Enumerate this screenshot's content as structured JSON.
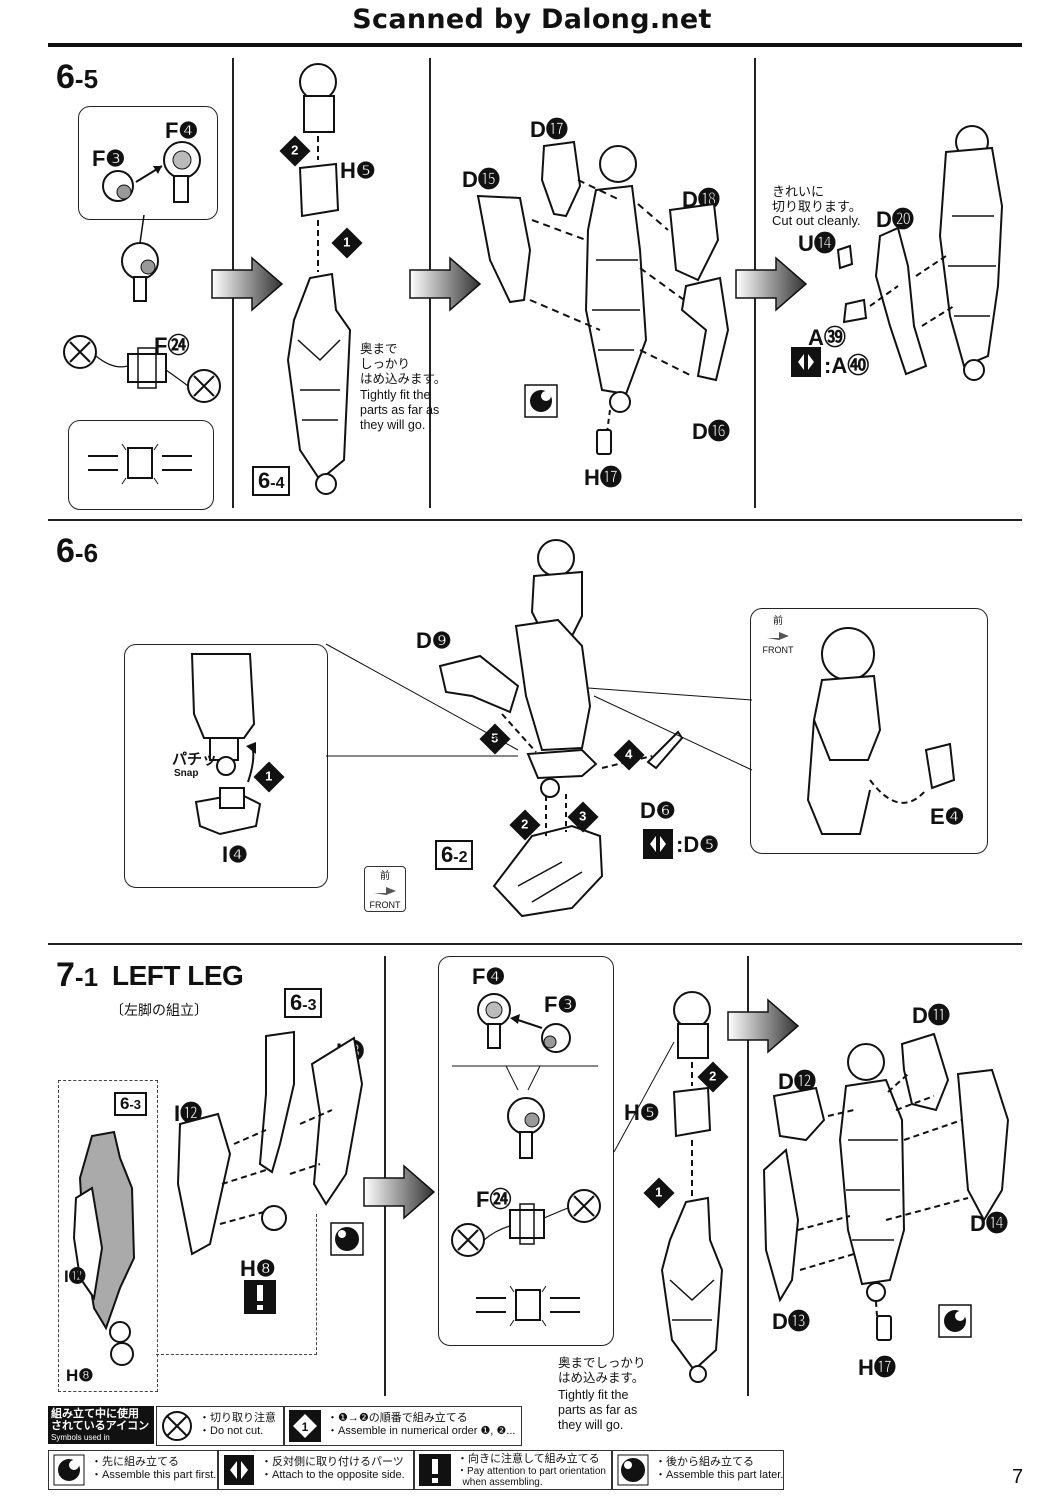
{
  "header": {
    "title": "Scanned by Dalong.net"
  },
  "page_number": "7",
  "step_6_5": {
    "title_main": "6",
    "title_sub": "-5",
    "labels": {
      "f4": "F❹",
      "f3": "F❸",
      "f24": "F㉔",
      "h5": "H❺",
      "d17": "D⓱",
      "d15": "D⓯",
      "d18": "D⓲",
      "d16": "D⓰",
      "h17": "H⓱",
      "d20": "D⓴",
      "u14": "U⓮",
      "a39": "A㊴",
      "a40": ":A㊵"
    },
    "ref_6_4": {
      "main": "6",
      "sub": "-4"
    },
    "note_jp": "奥まで\nしっかり\nはめ込みます。",
    "note_en": "Tightly fit the\nparts as far as\nthey will go.",
    "cut_jp": "きれいに\n切り取ります。",
    "cut_en": "Cut out cleanly."
  },
  "step_6_6": {
    "title_main": "6",
    "title_sub": "-6",
    "labels": {
      "d9": "D❾",
      "i4": "I❹",
      "d6": "D❻",
      "d5": ":D❺",
      "e4": "E❹"
    },
    "snap_jp": "パチッ",
    "snap_en": "Snap",
    "ref_6_2": {
      "main": "6",
      "sub": "-2"
    },
    "front_jp": "前",
    "front_en": "FRONT"
  },
  "step_7_1": {
    "title_main": "7",
    "title_sub": "-1",
    "title_text": "LEFT LEG",
    "subtitle_jp": "〔左脚の組立〕",
    "labels": {
      "i13": "I⓭",
      "i12": "I⓬",
      "h8": "H❽",
      "f4": "F❹",
      "f3": "F❸",
      "f24": "F㉔",
      "h5": "H❺",
      "d11": "D⓫",
      "d12": "D⓬",
      "d14": "D⓮",
      "d13": "D⓭",
      "h17": "H⓱"
    },
    "ref_6_3": {
      "main": "6",
      "sub": "-3"
    },
    "note_jp": "奥までしっかり\nはめ込みます。",
    "note_en": "Tightly fit the\nparts as far as\nthey will go."
  },
  "legend": {
    "title_jp": "組み立て中に使用\nされているアイコン",
    "title_en": "Symbols used in instructions",
    "items": [
      {
        "jp": "・切り取り注意",
        "en": "・Do not cut."
      },
      {
        "jp": "・❶→❷の順番で組み立てる",
        "en": "・Assemble in numerical order ❶, ❷..."
      },
      {
        "jp": "・先に組み立てる",
        "en": "・Assemble this part first."
      },
      {
        "jp": "・反対側に取り付けるパーツ",
        "en": "・Attach to the opposite side."
      },
      {
        "jp": "・向きに注意して組み立てる",
        "en": "・Pay attention to part orientation\n  when assembling."
      },
      {
        "jp": "・後から組み立てる",
        "en": "・Assemble this part later."
      }
    ]
  },
  "colors": {
    "ink": "#111111",
    "paper": "#ffffff",
    "gray": "#9a9a9a"
  }
}
